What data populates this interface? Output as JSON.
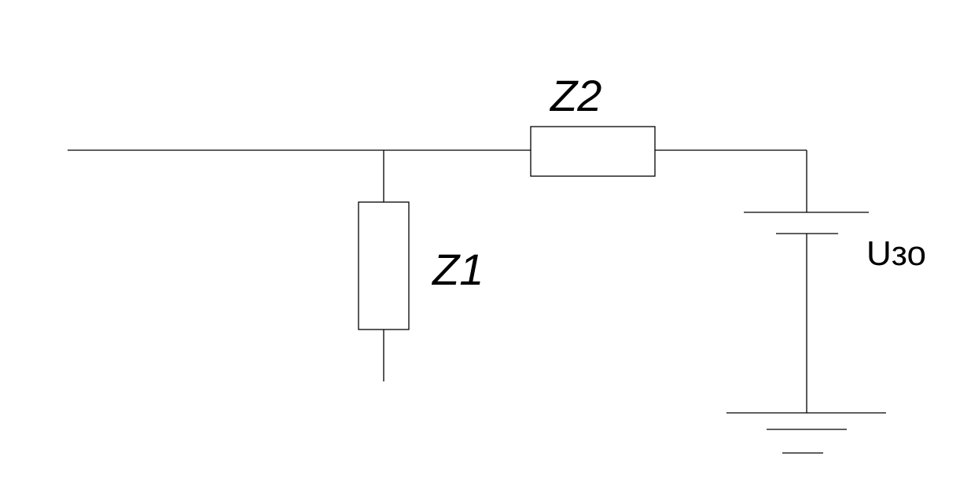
{
  "labels": {
    "z1": "Z1",
    "z2": "Z2",
    "u30": "Uзо"
  },
  "colors": {
    "line": "#000000",
    "background": "#ffffff"
  }
}
